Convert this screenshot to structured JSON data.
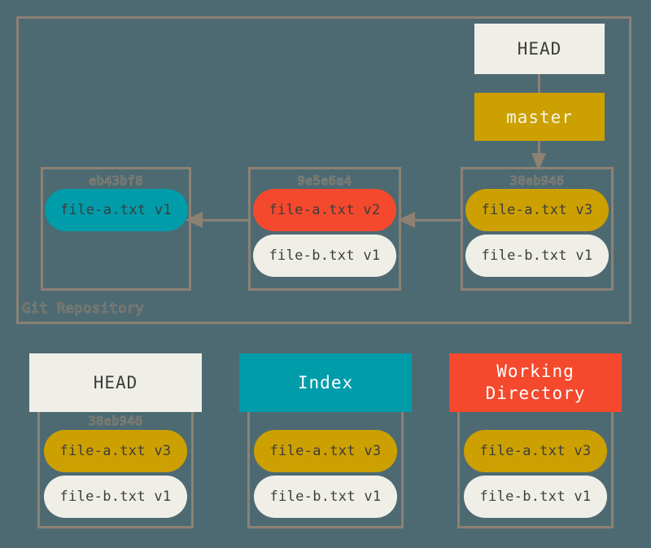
{
  "diagram": {
    "title": "Git Repository",
    "repository_label": "Git Repository",
    "refs": {
      "head": "HEAD",
      "branch": "master"
    },
    "commits": [
      {
        "hash": "eb43bf8",
        "files": [
          {
            "name": "file-a.txt v1",
            "color": "#009caa",
            "style": "teal"
          }
        ]
      },
      {
        "hash": "9e5e6a4",
        "files": [
          {
            "name": "file-a.txt v2",
            "color": "#f4492d",
            "style": "red"
          },
          {
            "name": "file-b.txt v1",
            "color": "#f0efe7",
            "style": "cream"
          }
        ]
      },
      {
        "hash": "38eb946",
        "files": [
          {
            "name": "file-a.txt v3",
            "color": "#cca000",
            "style": "gold"
          },
          {
            "name": "file-b.txt v1",
            "color": "#f0efe7",
            "style": "cream"
          }
        ]
      }
    ],
    "areas": [
      {
        "title": "HEAD",
        "hash": "38eb946",
        "header_color": "#f0efe7",
        "files": [
          {
            "name": "file-a.txt v3",
            "style": "gold"
          },
          {
            "name": "file-b.txt v1",
            "style": "cream"
          }
        ]
      },
      {
        "title": "Index",
        "hash": "",
        "header_color": "#009caa",
        "files": [
          {
            "name": "file-a.txt v3",
            "style": "gold"
          },
          {
            "name": "file-b.txt v1",
            "style": "cream"
          }
        ]
      },
      {
        "title_line1": "Working",
        "title_line2": "Directory",
        "hash": "",
        "header_color": "#f4492d",
        "files": [
          {
            "name": "file-a.txt v3",
            "style": "gold"
          },
          {
            "name": "file-b.txt v1",
            "style": "cream"
          }
        ]
      }
    ]
  },
  "colors": {
    "background": "#4d6a73",
    "border": "#8c8173",
    "teal": "#009caa",
    "red": "#f4492d",
    "gold": "#cca000",
    "cream": "#f0efe7",
    "hash_text": "#6e6a61"
  }
}
